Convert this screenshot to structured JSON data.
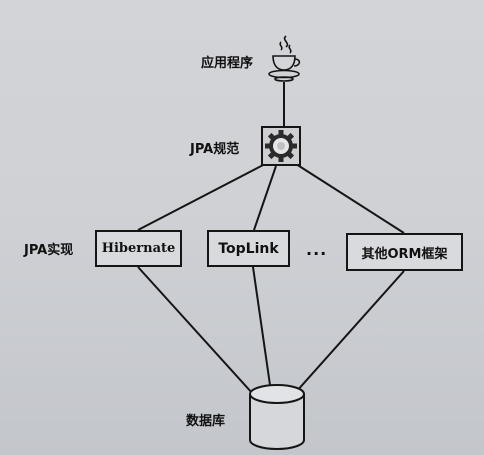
{
  "diagram": {
    "application_label": "应用程序",
    "jpa_spec_label": "JPA规范",
    "jpa_impl_label": "JPA实现",
    "implementations": [
      "Hibernate",
      "TopLink",
      "其他ORM框架"
    ],
    "ellipsis": "···",
    "database_label": "数据库"
  },
  "icons": {
    "application": "java-coffee-cup-icon",
    "jpa_spec": "gear-icon",
    "database": "database-cylinder-icon"
  },
  "colors": {
    "line": "#151515",
    "background": "#cfd1d5"
  }
}
